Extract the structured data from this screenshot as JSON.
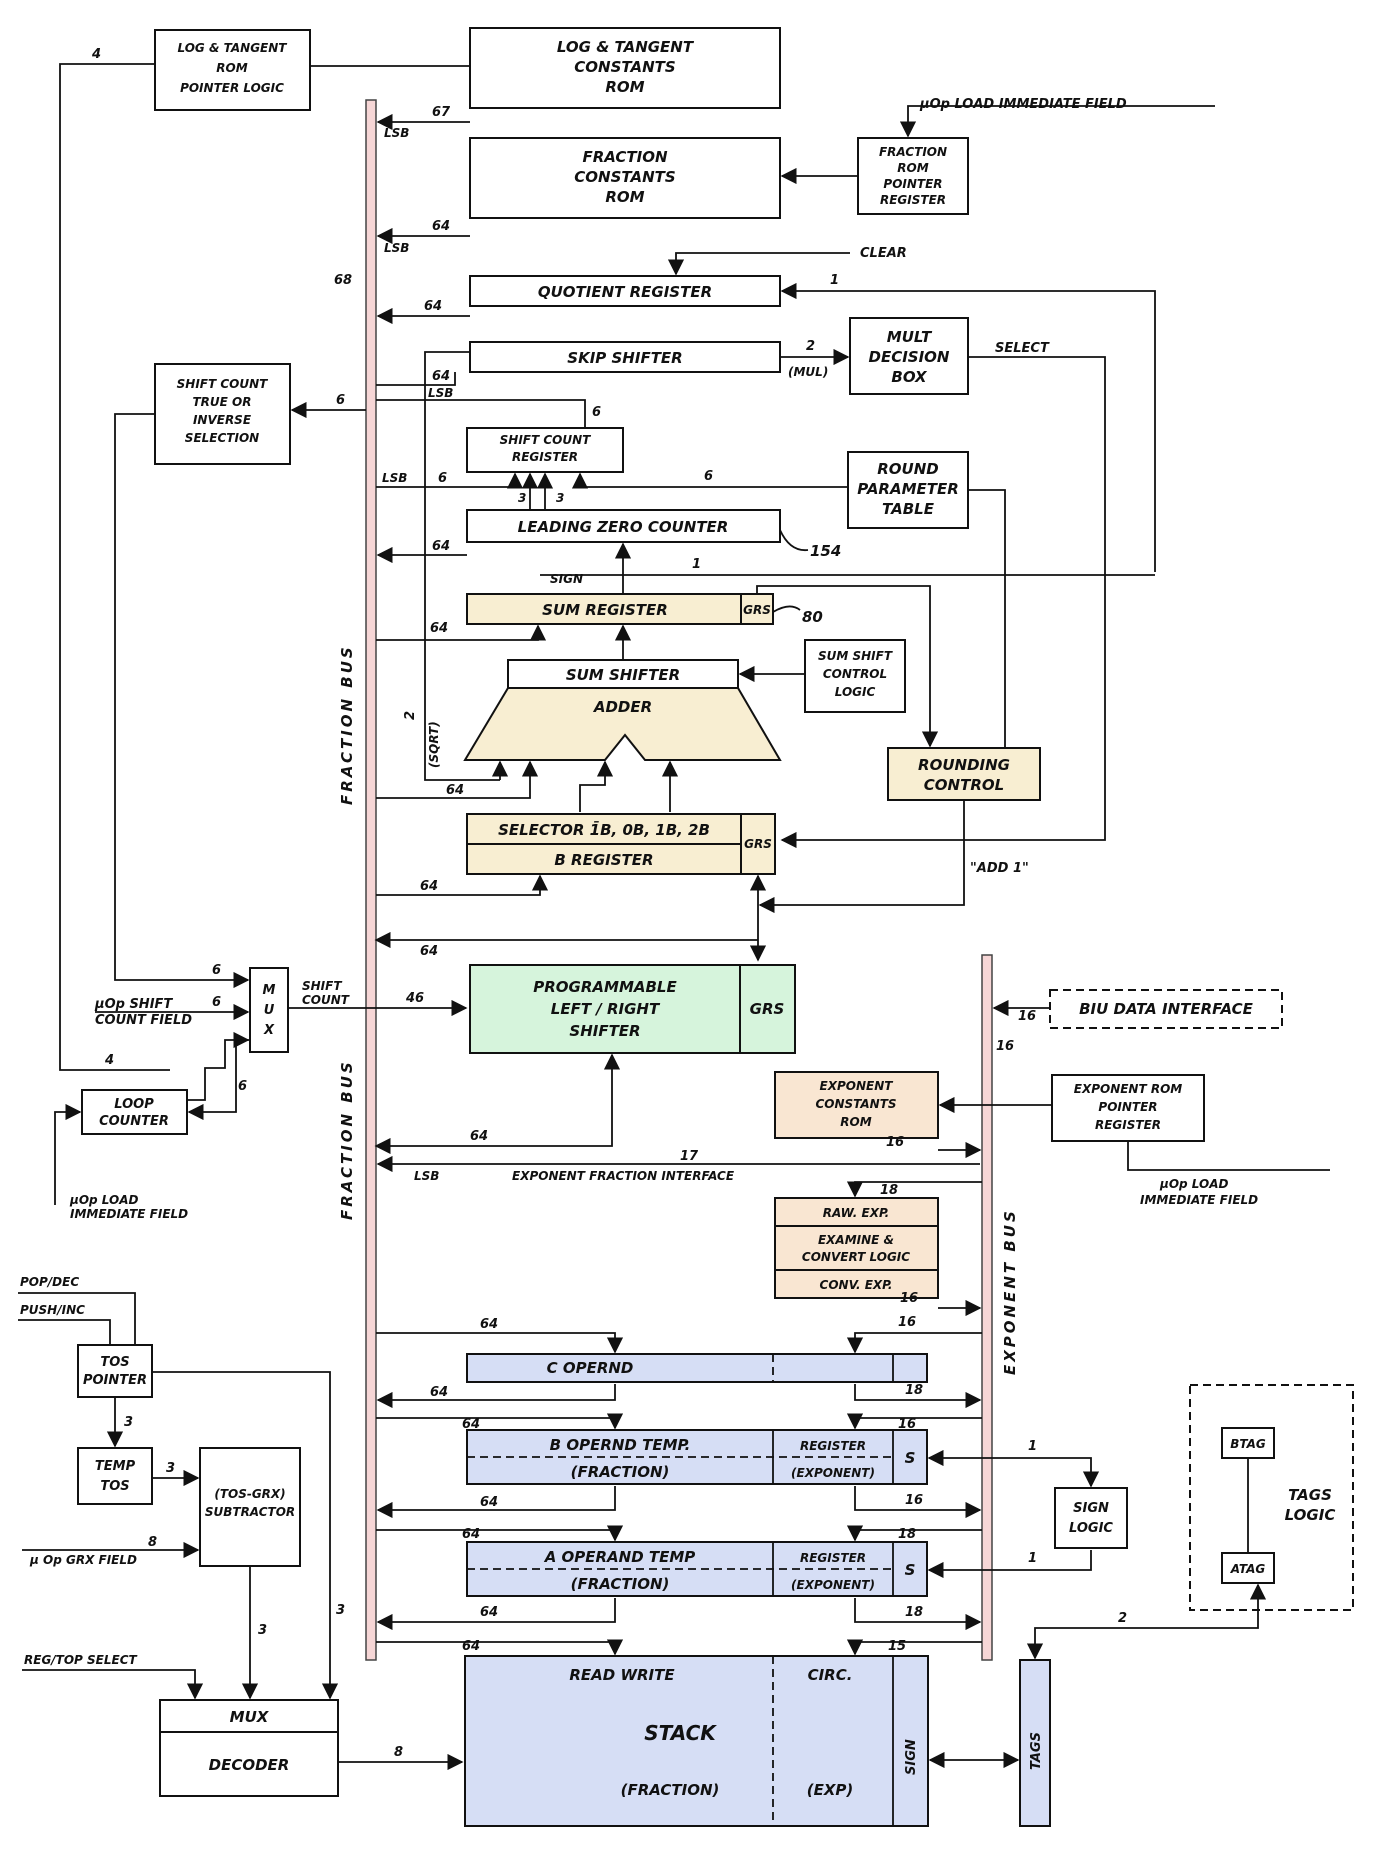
{
  "colors": {
    "plain": "#ffffff",
    "yellow": "#f8eed2",
    "green": "#d6f4dc",
    "orange": "#f9e6d2",
    "blue": "#d6def5",
    "bus_pink": "#f6d6d6",
    "ink": "#111111"
  },
  "blocks": {
    "log_tangent_rom_pointer_logic": [
      "LOG & TANGENT",
      "ROM",
      "POINTER LOGIC"
    ],
    "log_tangent_constants_rom": [
      "LOG & TANGENT",
      "CONSTANTS",
      "ROM"
    ],
    "fraction_constants_rom": [
      "FRACTION",
      "CONSTANTS",
      "ROM"
    ],
    "fraction_rom_pointer_register": [
      "FRACTION",
      "ROM",
      "POINTER",
      "REGISTER"
    ],
    "quotient_register": "QUOTIENT REGISTER",
    "skip_shifter": "SKIP SHIFTER",
    "mult_decision_box": [
      "MULT",
      "DECISION",
      "BOX"
    ],
    "shift_count_selection": [
      "SHIFT COUNT",
      "TRUE OR",
      "INVERSE",
      "SELECTION"
    ],
    "shift_count_register": [
      "SHIFT COUNT",
      "REGISTER"
    ],
    "round_parameter_table": [
      "ROUND",
      "PARAMETER",
      "TABLE"
    ],
    "leading_zero_counter": "LEADING ZERO COUNTER",
    "sum_register": "SUM REGISTER",
    "sum_shifter": "SUM SHIFTER",
    "adder": "ADDER",
    "sum_shift_control_logic": [
      "SUM SHIFT",
      "CONTROL",
      "LOGIC"
    ],
    "rounding_control": [
      "ROUNDING",
      "CONTROL"
    ],
    "selector": "SELECTOR 1̄B, 0B, 1B, 2B",
    "b_register": "B REGISTER",
    "mux": [
      "M",
      "U",
      "X"
    ],
    "programmable_shifter": [
      "PROGRAMMABLE",
      "LEFT / RIGHT",
      "SHIFTER"
    ],
    "loop_counter": [
      "LOOP",
      "COUNTER"
    ],
    "biu_data_interface": "BIU DATA INTERFACE",
    "exponent_constants_rom": [
      "EXPONENT",
      "CONSTANTS",
      "ROM"
    ],
    "exponent_rom_pointer_register": [
      "EXPONENT ROM",
      "POINTER",
      "REGISTER"
    ],
    "raw_exp": "RAW. EXP.",
    "examine_convert_logic": [
      "EXAMINE &",
      "CONVERT LOGIC"
    ],
    "conv_exp": "CONV. EXP.",
    "tos_pointer": [
      "TOS",
      "POINTER"
    ],
    "temp_tos": [
      "TEMP",
      "TOS"
    ],
    "tos_grx_subtractor": [
      "(TOS-GRX)",
      "SUBTRACTOR"
    ],
    "c_operand": "C OPERND",
    "b_operand_fraction": [
      "B OPERND TEMP.",
      "(FRACTION)"
    ],
    "b_operand_exponent": [
      "REGISTER",
      "(EXPONENT)"
    ],
    "a_operand_fraction": [
      "A OPERAND TEMP",
      "(FRACTION)"
    ],
    "a_operand_exponent": [
      "REGISTER",
      "(EXPONENT)"
    ],
    "sign_logic": [
      "SIGN",
      "LOGIC"
    ],
    "btag": "BTAG",
    "atag": "ATAG",
    "tags_logic": [
      "TAGS",
      "LOGIC"
    ],
    "mux_decoder_top": "MUX",
    "mux_decoder_bottom": "DECODER",
    "stack_read_write": "READ WRITE",
    "stack_circ": "CIRC.",
    "stack": "STACK",
    "stack_fraction": "(FRACTION)",
    "stack_exp": "(EXP)",
    "stack_sign": "SIGN",
    "tags": "TAGS",
    "grs": "GRS",
    "s": "S"
  },
  "buses": {
    "fraction_bus": "FRACTION BUS",
    "exponent_bus": "EXPONENT BUS"
  },
  "signals": {
    "uop_load_immediate_field": "μOp LOAD IMMEDIATE FIELD",
    "clear": "CLEAR",
    "select": "SELECT",
    "mul": "(MUL)",
    "sign": "SIGN",
    "sqrt": "(SQRT)",
    "add1": "\"ADD 1\"",
    "shift_count": [
      "SHIFT",
      "COUNT"
    ],
    "uop_shift_count_field": [
      "μOp SHIFT",
      "COUNT FIELD"
    ],
    "uop_load_immediate_field_left": [
      "μOp LOAD",
      "IMMEDIATE FIELD"
    ],
    "uop_load_immediate_field_right": [
      "μOp LOAD",
      "IMMEDIATE FIELD"
    ],
    "exponent_fraction_interface": "EXPONENT FRACTION INTERFACE",
    "lsb": "LSB",
    "pop_dec": "POP/DEC",
    "push_inc": "PUSH/INC",
    "uop_grx_field": "μ Op GRX FIELD",
    "reg_top_select": "REG/TOP SELECT"
  },
  "widths": {
    "w4": "4",
    "w67": "67",
    "w64": "64",
    "w68": "68",
    "w1": "1",
    "w2": "2",
    "w6": "6",
    "w3": "3",
    "w46": "46",
    "w16": "16",
    "w17": "17",
    "w18": "18",
    "w8": "8",
    "w15": "15"
  },
  "reference_numerals": {
    "leading_zero_counter": "154",
    "grs_register": "80"
  }
}
